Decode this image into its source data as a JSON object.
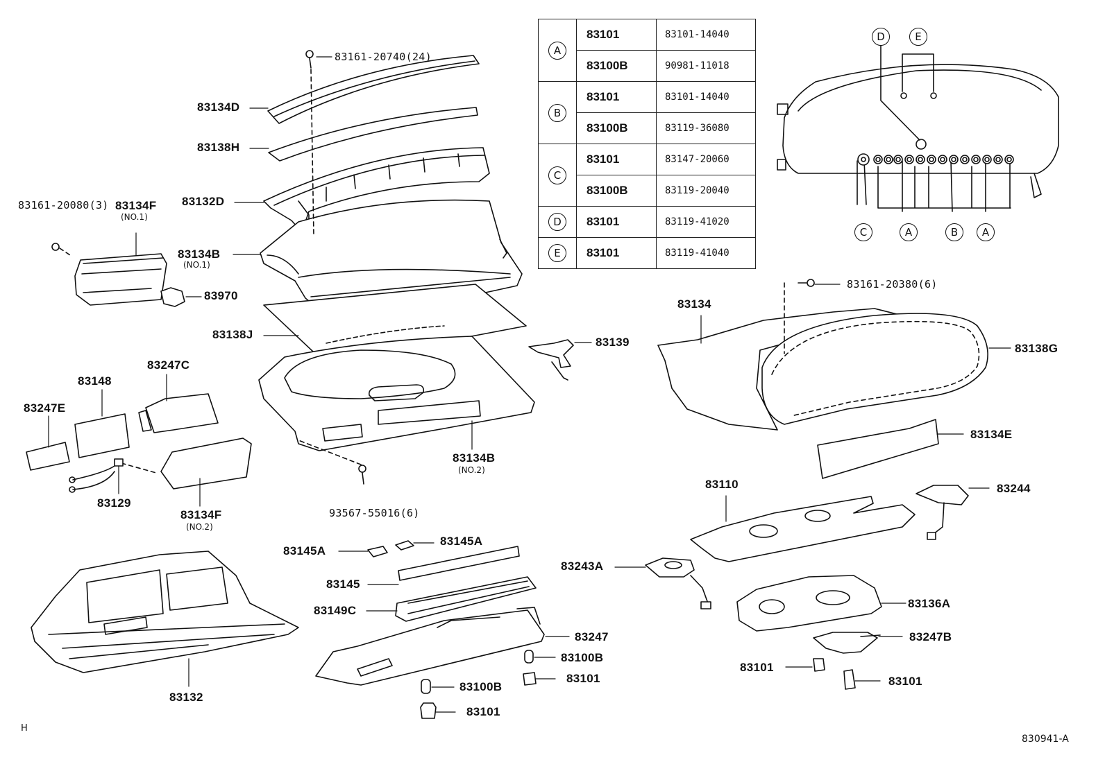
{
  "callouts": [
    {
      "id": "p01",
      "text": "83161-20740(24)",
      "mono": true
    },
    {
      "id": "p02",
      "text": "83134D"
    },
    {
      "id": "p03",
      "text": "83138H"
    },
    {
      "id": "p04",
      "text": "83132D"
    },
    {
      "id": "p05",
      "text": "83161-20080(3)",
      "mono": true
    },
    {
      "id": "p06",
      "text": "83134F"
    },
    {
      "id": "p07",
      "text": "83134B"
    },
    {
      "id": "p08",
      "text": "83970"
    },
    {
      "id": "p09",
      "text": "83138J"
    },
    {
      "id": "p10",
      "text": "83139"
    },
    {
      "id": "p11",
      "text": "83247C"
    },
    {
      "id": "p12",
      "text": "83148"
    },
    {
      "id": "p13",
      "text": "83247E"
    },
    {
      "id": "p14",
      "text": "83129"
    },
    {
      "id": "p15",
      "text": "83134F"
    },
    {
      "id": "p16",
      "text": "83134B"
    },
    {
      "id": "p17",
      "text": "93567-55016(6)",
      "mono": true
    },
    {
      "id": "p18",
      "text": "83161-20380(6)",
      "mono": true
    },
    {
      "id": "p19",
      "text": "83134"
    },
    {
      "id": "p20",
      "text": "83138G"
    },
    {
      "id": "p21",
      "text": "83134E"
    },
    {
      "id": "p22",
      "text": "83110"
    },
    {
      "id": "p23",
      "text": "83244"
    },
    {
      "id": "p24",
      "text": "83145A"
    },
    {
      "id": "p25",
      "text": "83145A"
    },
    {
      "id": "p26",
      "text": "83145"
    },
    {
      "id": "p27",
      "text": "83149C"
    },
    {
      "id": "p28",
      "text": "83247"
    },
    {
      "id": "p29",
      "text": "83100B"
    },
    {
      "id": "p30",
      "text": "83101"
    },
    {
      "id": "p31",
      "text": "83100B"
    },
    {
      "id": "p32",
      "text": "83101"
    },
    {
      "id": "p33",
      "text": "83243A"
    },
    {
      "id": "p34",
      "text": "83136A"
    },
    {
      "id": "p35",
      "text": "83247B"
    },
    {
      "id": "p36",
      "text": "83101"
    },
    {
      "id": "p37",
      "text": "83101"
    },
    {
      "id": "p38",
      "text": "83132"
    }
  ],
  "sublabels": [
    {
      "id": "s1",
      "text": "(NO.1)"
    },
    {
      "id": "s2",
      "text": "(NO.1)"
    },
    {
      "id": "s3",
      "text": "(NO.2)"
    },
    {
      "id": "s4",
      "text": "(NO.2)"
    }
  ],
  "table": {
    "groups": [
      {
        "key": "A",
        "rows": [
          {
            "code": "83101",
            "pn": "83101-14040"
          },
          {
            "code": "83100B",
            "pn": "90981-11018"
          }
        ]
      },
      {
        "key": "B",
        "rows": [
          {
            "code": "83101",
            "pn": "83101-14040"
          },
          {
            "code": "83100B",
            "pn": "83119-36080"
          }
        ]
      },
      {
        "key": "C",
        "rows": [
          {
            "code": "83101",
            "pn": "83147-20060"
          },
          {
            "code": "83100B",
            "pn": "83119-20040"
          }
        ]
      },
      {
        "key": "D",
        "rows": [
          {
            "code": "83101",
            "pn": "83119-41020"
          }
        ]
      },
      {
        "key": "E",
        "rows": [
          {
            "code": "83101",
            "pn": "83119-41040"
          }
        ]
      }
    ]
  },
  "detail_markers": [
    {
      "id": "mD",
      "text": "D"
    },
    {
      "id": "mE",
      "text": "E"
    },
    {
      "id": "mC",
      "text": "C"
    },
    {
      "id": "mA1",
      "text": "A"
    },
    {
      "id": "mB",
      "text": "B"
    },
    {
      "id": "mA2",
      "text": "A"
    }
  ],
  "footer": {
    "left": "H",
    "right": "830941-A"
  }
}
